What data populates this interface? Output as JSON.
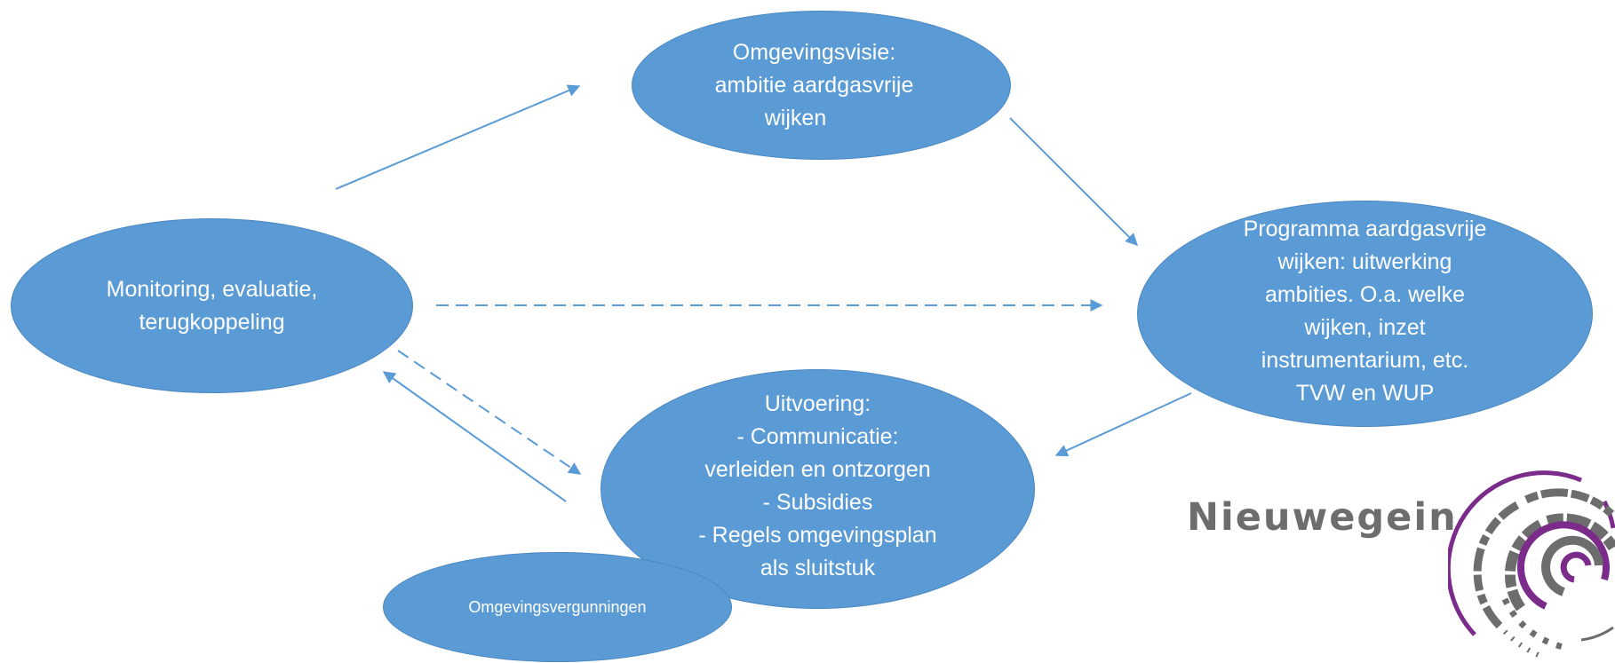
{
  "nodes": {
    "visie": {
      "lines": [
        "Omgevingsvisie:",
        "ambitie aardgasvrije",
        "wijken"
      ]
    },
    "monitoring": {
      "lines": [
        "Monitoring, evaluatie,",
        "terugkoppeling"
      ]
    },
    "programma": {
      "lines": [
        "Programma aardgasvrije",
        "wijken: uitwerking",
        "ambities. O.a. welke",
        "wijken, inzet",
        "instrumentarium, etc.",
        "TVW en WUP"
      ]
    },
    "uitvoering": {
      "lines": [
        "Uitvoering:",
        "- Communicatie:",
        "verleiden en ontzorgen",
        "- Subsidies",
        "- Regels omgevingsplan",
        "als sluitstuk"
      ]
    },
    "vergunningen": {
      "lines": [
        "Omgevingsvergunningen"
      ]
    }
  },
  "connectors": [
    {
      "from": "monitoring",
      "to": "visie",
      "style": "solid"
    },
    {
      "from": "visie",
      "to": "programma",
      "style": "solid"
    },
    {
      "from": "monitoring",
      "to": "programma",
      "style": "dashed"
    },
    {
      "from": "programma",
      "to": "uitvoering",
      "style": "solid"
    },
    {
      "from": "monitoring",
      "to": "uitvoering",
      "style": "dashed"
    },
    {
      "from": "uitvoering",
      "to": "monitoring",
      "style": "solid"
    }
  ],
  "logo": {
    "name": "Nieuwegein",
    "icon": "nieuwegein-spiral-logo-icon",
    "colors": {
      "gray": "#6d6d6d",
      "purple": "#7b2b8a"
    }
  },
  "colors": {
    "node_fill": "#5b9bd5",
    "node_text": "#ffffff",
    "arrow": "#5b9bd5"
  }
}
